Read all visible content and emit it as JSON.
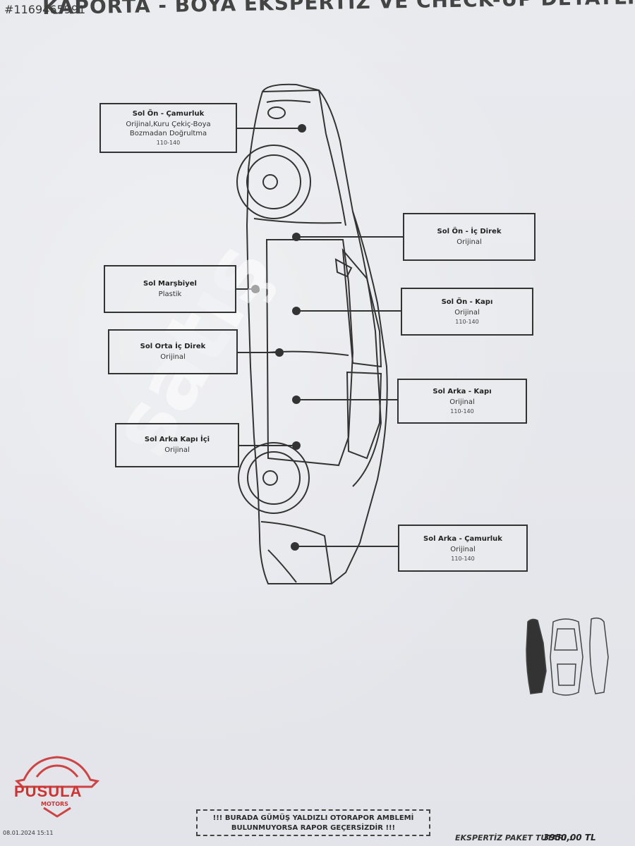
{
  "listing_id": "#1169465991",
  "header_title": "KAPORTA - BOYA EKSPERTİZ VE CHECK-UP DETAYLI SOL",
  "watermark": "satış",
  "parts": [
    {
      "title": "Sol Ön - Çamurluk",
      "status": "Orijinal,Kuru Çekiç-Boya Bozmadan Doğrultma",
      "range": "110-140"
    },
    {
      "title": "Sol Ön - İç Direk",
      "status": "Orijinal",
      "range": ""
    },
    {
      "title": "Sol Marşbiyel",
      "status": "Plastik",
      "range": ""
    },
    {
      "title": "Sol Ön - Kapı",
      "status": "Orijinal",
      "range": "110-140"
    },
    {
      "title": "Sol Orta İç Direk",
      "status": "Orijinal",
      "range": ""
    },
    {
      "title": "Sol Arka - Kapı",
      "status": "Orijinal",
      "range": "110-140"
    },
    {
      "title": "Sol Arka Kapı İçi",
      "status": "Orijinal",
      "range": ""
    },
    {
      "title": "Sol Arka - Çamurluk",
      "status": "Orijinal",
      "range": "110-140"
    }
  ],
  "logo": {
    "name": "PUSULA",
    "sub": "MOTORS"
  },
  "notice": {
    "line1": "!!! BURADA GÜMÜŞ YALDIZLI OTORAPOR AMBLEMİ",
    "line2": "BULUNMUYORSA RAPOR GEÇERSİZDİR !!!"
  },
  "date": "08.01.2024 15:11",
  "price": {
    "label": "EKSPERTİZ PAKET TUTARI :",
    "value": "3950,00 TL"
  }
}
